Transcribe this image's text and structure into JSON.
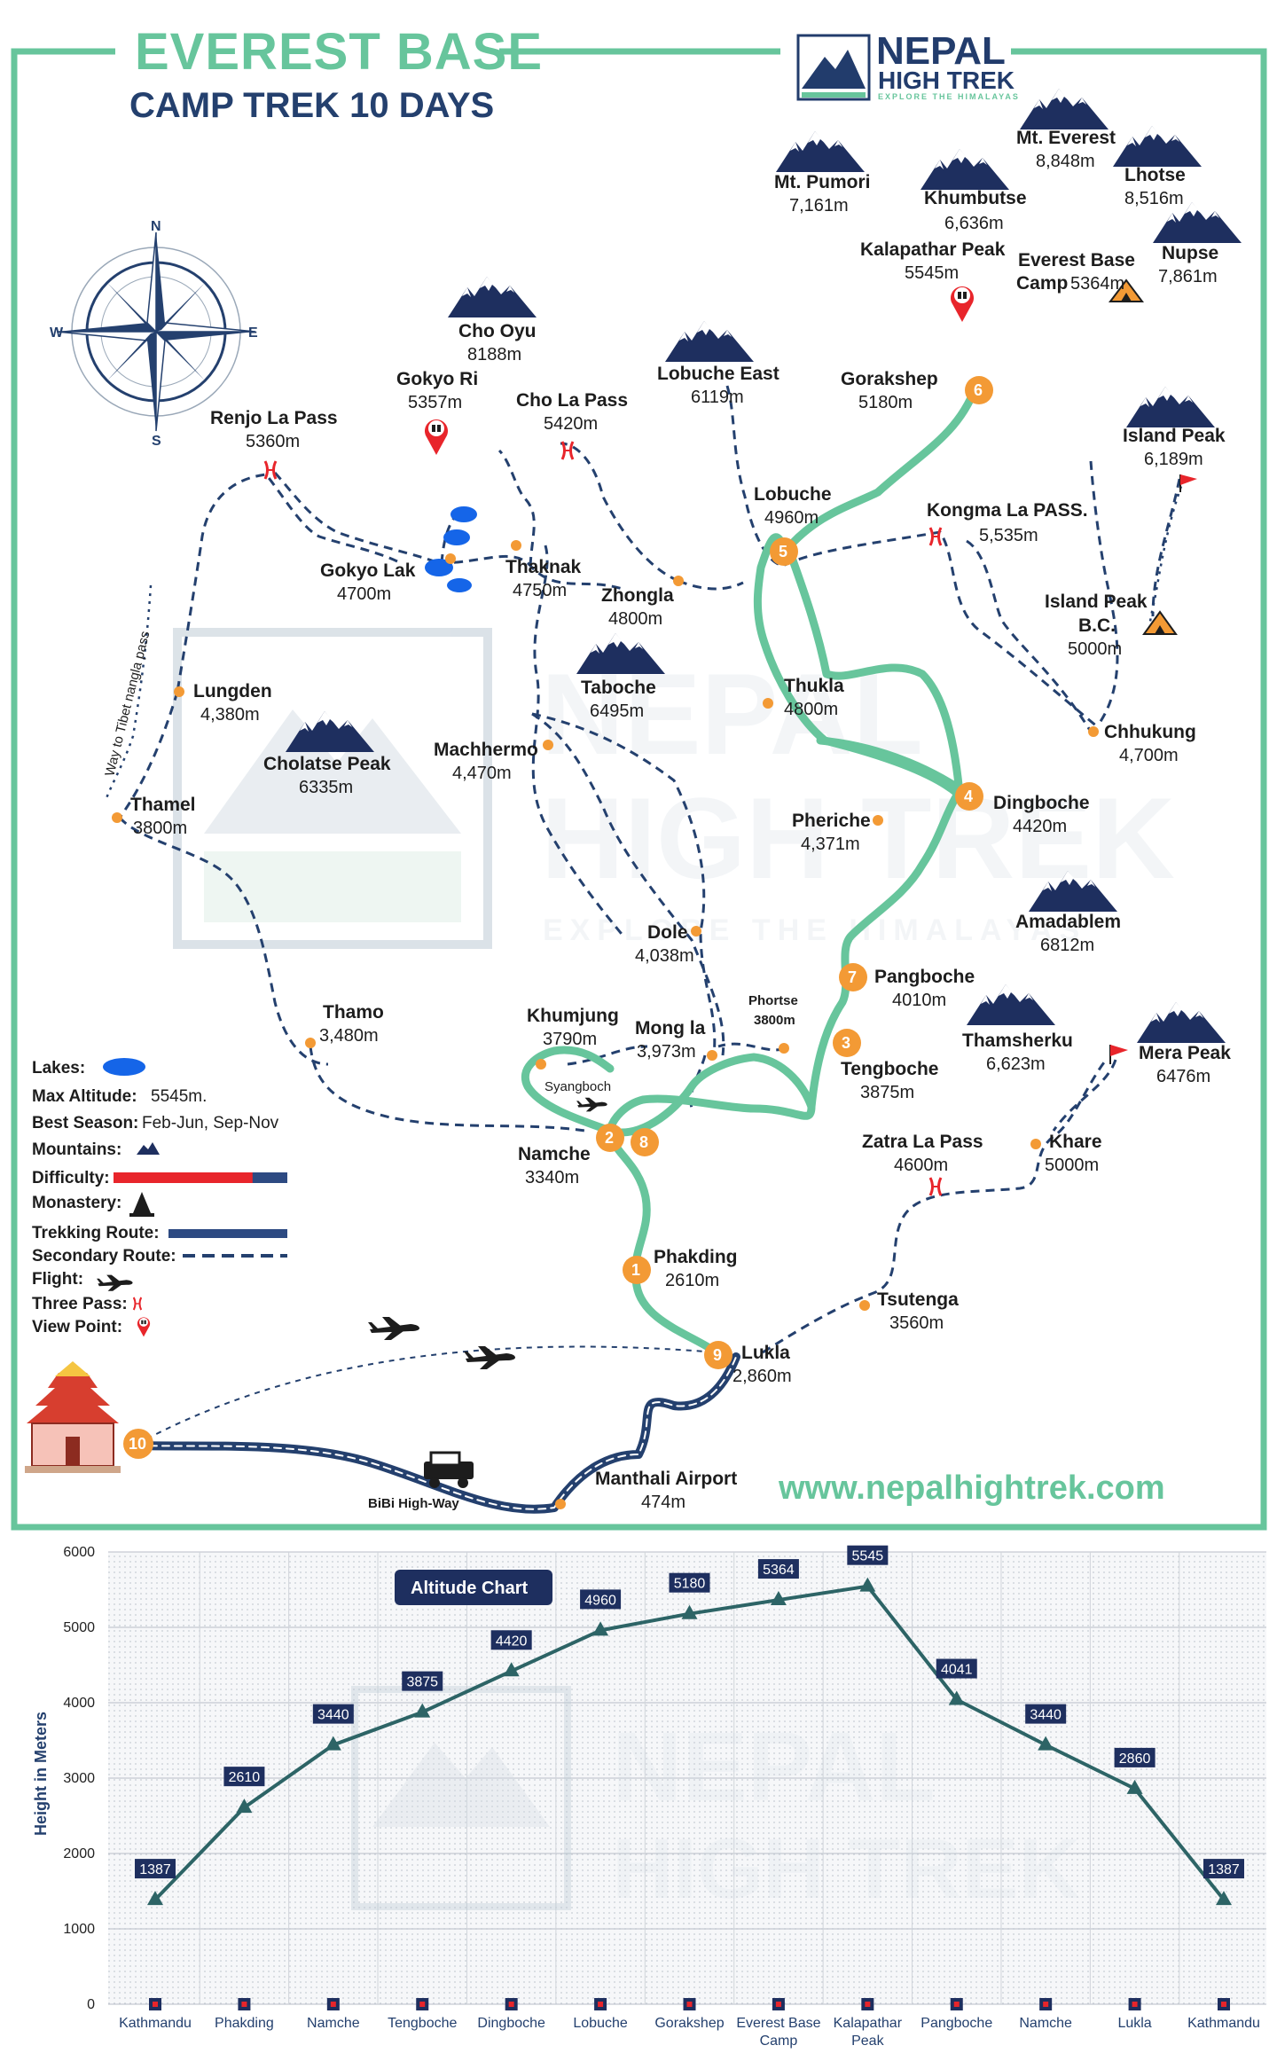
{
  "header": {
    "title_line1": "EVEREST BASE",
    "title_line2": "CAMP TREK 10 DAYS",
    "brand_name_1": "NEPAL",
    "brand_name_2": "HIGH TREK",
    "brand_tagline": "EXPLORE THE HIMALAYAS",
    "website": "www.nepalhightrek.com"
  },
  "compass": {
    "n": "N",
    "e": "E",
    "s": "S",
    "w": "W"
  },
  "colors": {
    "main_route": "#67c59c",
    "secondary_route": "#24406e",
    "day_marker": "#f39a35",
    "frame": "#67c59c",
    "navy": "#1e2f5f"
  },
  "mountains": [
    {
      "name": "Mt. Everest",
      "alt": "8,848m"
    },
    {
      "name": "Lhotse",
      "alt": "8,516m"
    },
    {
      "name": "Nupse",
      "alt": "7,861m"
    },
    {
      "name": "Mt. Pumori",
      "alt": "7,161m"
    },
    {
      "name": "Khumbutse",
      "alt": "6,636m"
    },
    {
      "name": "Cho Oyu",
      "alt": "8188m"
    },
    {
      "name": "Lobuche East",
      "alt": "6119m"
    },
    {
      "name": "Island Peak",
      "alt": "6,189m"
    },
    {
      "name": "Taboche",
      "alt": "6495m"
    },
    {
      "name": "Cholatse Peak",
      "alt": "6335m"
    },
    {
      "name": "Amadablem",
      "alt": "6812m"
    },
    {
      "name": "Thamsherku",
      "alt": "6,623m"
    },
    {
      "name": "Mera Peak",
      "alt": "6476m"
    }
  ],
  "places": [
    {
      "name": "Kalapathar Peak",
      "alt": "5545m"
    },
    {
      "name": "Everest Base Camp",
      "alt": "5364m"
    },
    {
      "name": "Gorakshep",
      "alt": "5180m"
    },
    {
      "name": "Lobuche",
      "alt": "4960m"
    },
    {
      "name": "Kongma La PASS.",
      "alt": "5,535m"
    },
    {
      "name": "Island Peak B.C.",
      "alt": "5000m"
    },
    {
      "name": "Gokyo Ri",
      "alt": "5357m"
    },
    {
      "name": "Cho La Pass",
      "alt": "5420m"
    },
    {
      "name": "Renjo La Pass",
      "alt": "5360m"
    },
    {
      "name": "Gokyo Lak",
      "alt": "4700m"
    },
    {
      "name": "Thaknak",
      "alt": "4750m"
    },
    {
      "name": "Zhongla",
      "alt": "4800m"
    },
    {
      "name": "Thukla",
      "alt": "4800m"
    },
    {
      "name": "Chhukung",
      "alt": "4,700m"
    },
    {
      "name": "Dingboche",
      "alt": "4420m"
    },
    {
      "name": "Lungden",
      "alt": "4,380m"
    },
    {
      "name": "Machhermo",
      "alt": "4,470m"
    },
    {
      "name": "Thamel",
      "alt": "3800m"
    },
    {
      "name": "Pheriche",
      "alt": "4,371m"
    },
    {
      "name": "Dole",
      "alt": "4,038m"
    },
    {
      "name": "Pangboche",
      "alt": "4010m"
    },
    {
      "name": "Phortse",
      "alt": "3800m"
    },
    {
      "name": "Thamo",
      "alt": "3,480m"
    },
    {
      "name": "Khumjung",
      "alt": "3790m"
    },
    {
      "name": "Mong la",
      "alt": "3,973m"
    },
    {
      "name": "Tengboche",
      "alt": "3875m"
    },
    {
      "name": "Namche",
      "alt": "3340m"
    },
    {
      "name": "Zatra La Pass",
      "alt": "4600m"
    },
    {
      "name": "Khare",
      "alt": "5000m"
    },
    {
      "name": "Phakding",
      "alt": "2610m"
    },
    {
      "name": "Tsutenga",
      "alt": "3560m"
    },
    {
      "name": "Lukla",
      "alt": "2,860m"
    },
    {
      "name": "Manthali Airport",
      "alt": "474m"
    }
  ],
  "labels": {
    "syangboch": "Syangboch",
    "bibi": "BiBi High-Way",
    "tibet": "Way to Tibet nangla pass"
  },
  "day_markers": [
    "1",
    "2",
    "3",
    "4",
    "5",
    "6",
    "7",
    "8",
    "9",
    "10"
  ],
  "legend": {
    "lakes": "Lakes:",
    "max_alt_label": "Max Altitude:",
    "max_alt_value": "5545m.",
    "season_label": "Best Season:",
    "season_value": "Feb-Jun, Sep-Nov",
    "mountains": "Mountains:",
    "difficulty": "Difficulty:",
    "difficulty_level": 0.8,
    "monastery": "Monastery:",
    "trekking_route": "Trekking Route:",
    "secondary_route": "Secondary Route:",
    "flight": "Flight:",
    "three_pass": "Three Pass:",
    "view_point": "View Point:"
  },
  "chart_data": {
    "type": "line",
    "title": "Altitude Chart",
    "xlabel": "",
    "ylabel": "Height in Meters",
    "ylim": [
      0,
      6000
    ],
    "yticks": [
      0,
      1000,
      2000,
      3000,
      4000,
      5000,
      6000
    ],
    "categories": [
      "Kathmandu",
      "Phakding",
      "Namche",
      "Tengboche",
      "Dingboche",
      "Lobuche",
      "Gorakshep",
      "Everest Base Camp",
      "Kalapathar Peak",
      "Pangboche",
      "Namche",
      "Lukla",
      "Kathmandu"
    ],
    "values": [
      1387,
      2610,
      3440,
      3875,
      4420,
      4960,
      5180,
      5364,
      5545,
      4041,
      3440,
      2860,
      1387
    ],
    "grid": true,
    "line_color": "#2d6466"
  }
}
